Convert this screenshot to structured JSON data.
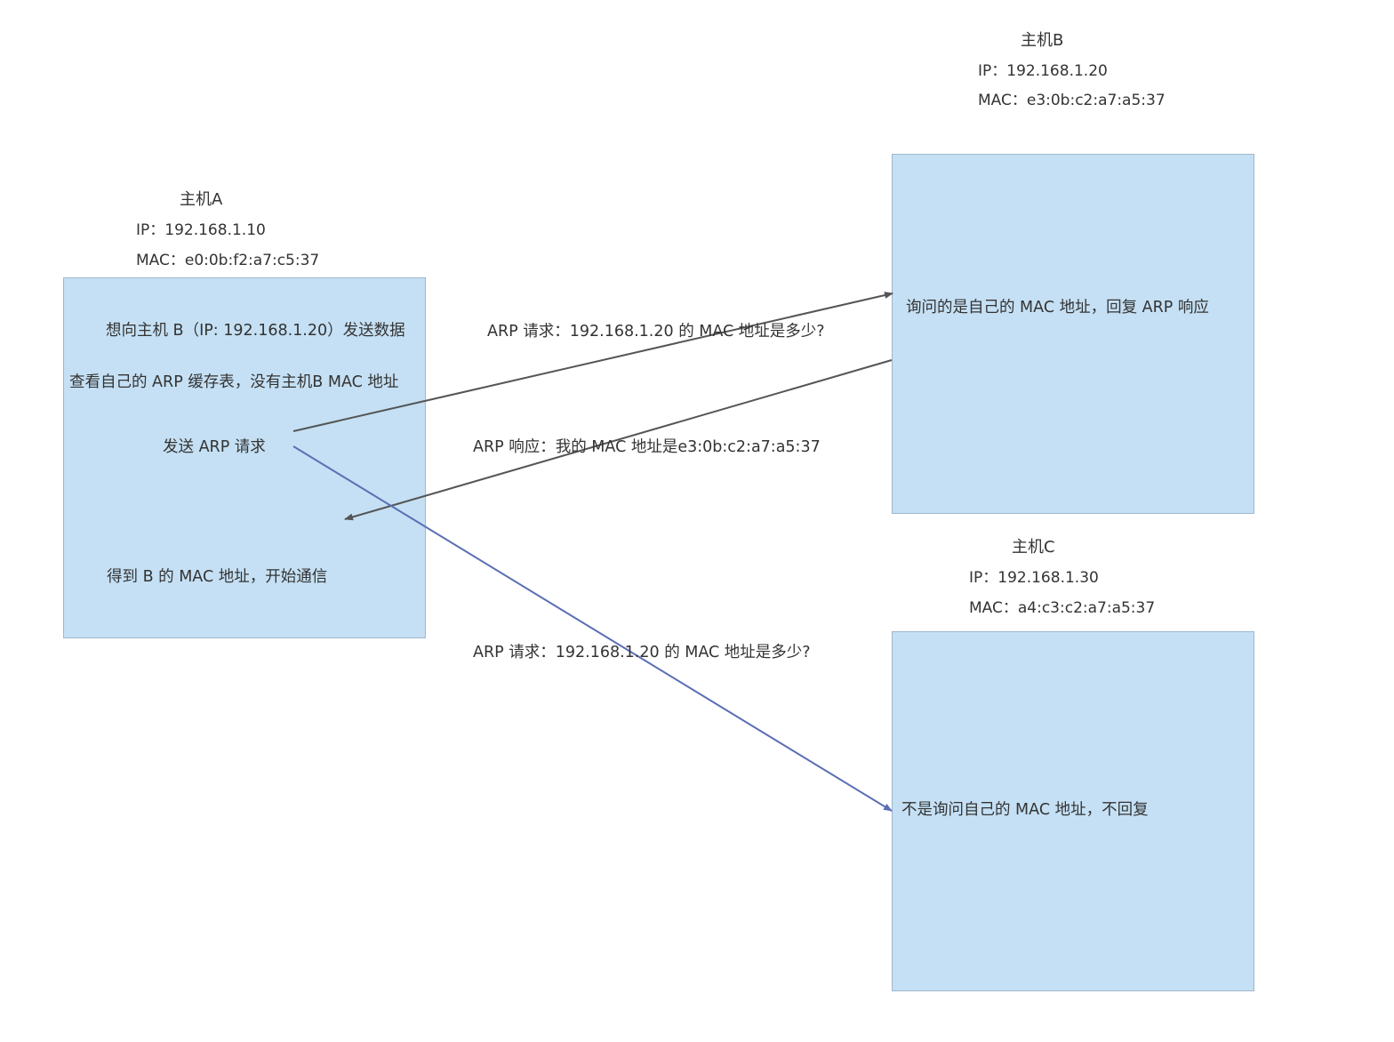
{
  "host_a": {
    "title": "主机A",
    "ip": "IP：192.168.1.10",
    "mac": "MAC：e0:0b:f2:a7:c5:37",
    "steps": [
      "想向主机 B（IP: 192.168.1.20）发送数据",
      "查看自己的 ARP 缓存表，没有主机B MAC 地址",
      "发送 ARP 请求",
      "得到 B 的 MAC 地址，开始通信"
    ]
  },
  "host_b": {
    "title": "主机B",
    "ip": "IP：192.168.1.20",
    "mac": "MAC：e3:0b:c2:a7:a5:37",
    "note": "询问的是自己的 MAC 地址，回复 ARP 响应"
  },
  "host_c": {
    "title": "主机C",
    "ip": "IP：192.168.1.30",
    "mac": "MAC：a4:c3:c2:a7:a5:37",
    "note": "不是询问自己的 MAC 地址，不回复"
  },
  "messages": {
    "request_to_b": "ARP 请求：192.168.1.20 的 MAC 地址是多少?",
    "response_from_b": "ARP 响应：我的 MAC 地址是e3:0b:c2:a7:a5:37",
    "request_to_c": "ARP 请求：192.168.1.20 的 MAC 地址是多少?"
  },
  "colors": {
    "box_fill": "#c5e0f4",
    "box_border": "#9fb7cc",
    "arrow_gray": "#555555",
    "arrow_blue": "#5b6fb5"
  }
}
